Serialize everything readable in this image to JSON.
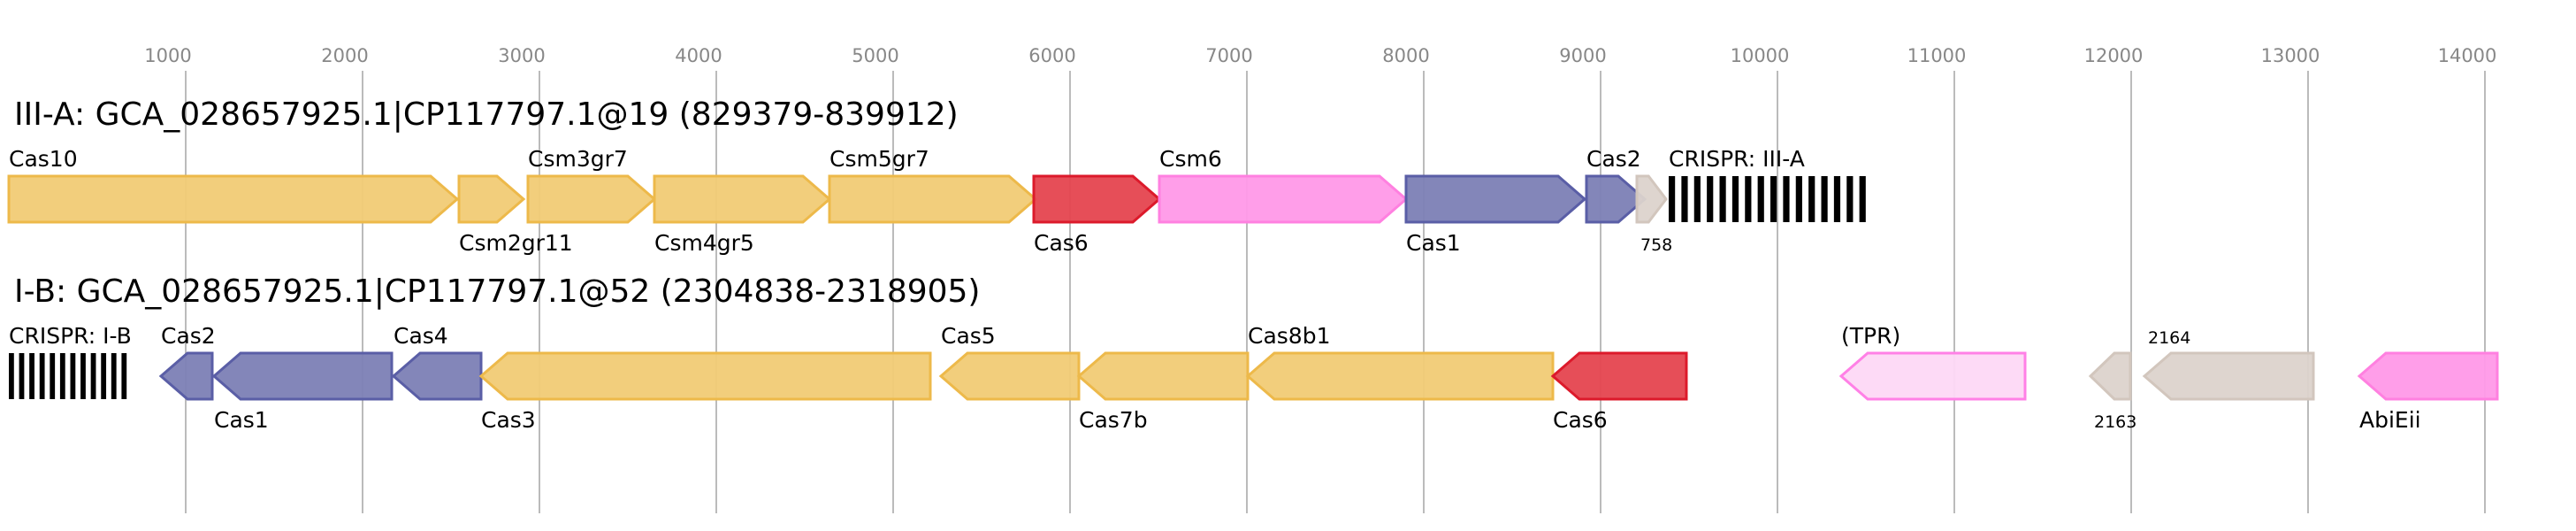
{
  "axis": {
    "unit": "bp",
    "ticks": [
      1000,
      2000,
      3000,
      4000,
      5000,
      6000,
      7000,
      8000,
      9000,
      10000,
      11000,
      12000,
      13000,
      14000
    ]
  },
  "colors": {
    "yellow": {
      "fill": "#f1cb75",
      "stroke": "#edb94a"
    },
    "red": {
      "fill": "#e5444f",
      "stroke": "#dc1a2b"
    },
    "pink": {
      "fill": "#ff99e8",
      "stroke": "#ff80e0"
    },
    "blue": {
      "fill": "#7c7fb5",
      "stroke": "#5a5ea6"
    },
    "tan": {
      "fill": "#dcd3cc",
      "stroke": "#d2c6bd"
    },
    "lightpink": {
      "fill": "#fdd8f6",
      "stroke": "#ff80e6"
    }
  },
  "loci": [
    {
      "title": "III-A: GCA_028657925.1|CP117797.1@19 (829379-839912)",
      "features": [
        {
          "label": "Cas10",
          "start": 0,
          "end": 2535,
          "strand": "+",
          "color": "yellow",
          "pos": "above"
        },
        {
          "label": "Csm2gr11",
          "start": 2545,
          "end": 2910,
          "strand": "+",
          "color": "yellow",
          "pos": "below"
        },
        {
          "label": "Csm3gr7",
          "start": 2935,
          "end": 3650,
          "strand": "+",
          "color": "yellow",
          "pos": "above"
        },
        {
          "label": "Csm4gr5",
          "start": 3650,
          "end": 4640,
          "strand": "+",
          "color": "yellow",
          "pos": "below"
        },
        {
          "label": "Csm5gr7",
          "start": 4640,
          "end": 5805,
          "strand": "+",
          "color": "yellow",
          "pos": "above"
        },
        {
          "label": "Cas6",
          "start": 5795,
          "end": 6505,
          "strand": "+",
          "color": "red",
          "pos": "below"
        },
        {
          "label": "Csm6",
          "start": 6505,
          "end": 7900,
          "strand": "+",
          "color": "pink",
          "pos": "above"
        },
        {
          "label": "Cas1",
          "start": 7900,
          "end": 8910,
          "strand": "+",
          "color": "blue",
          "pos": "below"
        },
        {
          "label": "Cas2",
          "start": 8920,
          "end": 9250,
          "strand": "+",
          "color": "blue",
          "pos": "above"
        },
        {
          "label": "758",
          "start": 9205,
          "end": 9370,
          "strand": "+",
          "color": "tan",
          "pos": "below",
          "small": true
        },
        {
          "label": "CRISPR: III-A",
          "start": 9385,
          "end": 10535,
          "type": "crispr",
          "bars": 16,
          "pos": "above"
        }
      ]
    },
    {
      "title": "I-B: GCA_028657925.1|CP117797.1@52 (2304838-2318905)",
      "features": [
        {
          "label": "CRISPR: I-B",
          "start": 0,
          "end": 695,
          "type": "crispr",
          "bars": 12,
          "pos": "above"
        },
        {
          "label": "Cas2",
          "start": 860,
          "end": 1150,
          "strand": "-",
          "color": "blue",
          "pos": "above"
        },
        {
          "label": "Cas1",
          "start": 1160,
          "end": 2165,
          "strand": "-",
          "color": "blue",
          "pos": "below"
        },
        {
          "label": "Cas4",
          "start": 2175,
          "end": 2670,
          "strand": "-",
          "color": "blue",
          "pos": "above"
        },
        {
          "label": "Cas3",
          "start": 2670,
          "end": 5210,
          "strand": "-",
          "color": "yellow",
          "pos": "below"
        },
        {
          "label": "Cas5",
          "start": 5270,
          "end": 6050,
          "strand": "-",
          "color": "yellow",
          "pos": "above"
        },
        {
          "label": "Cas7b",
          "start": 6050,
          "end": 7005,
          "strand": "-",
          "color": "yellow",
          "pos": "below"
        },
        {
          "label": "Cas8b1",
          "start": 7005,
          "end": 8730,
          "strand": "-",
          "color": "yellow",
          "pos": "above"
        },
        {
          "label": "Cas6",
          "start": 8730,
          "end": 9485,
          "strand": "-",
          "color": "red",
          "pos": "below"
        },
        {
          "label": "(TPR)",
          "start": 10360,
          "end": 11400,
          "strand": "-",
          "color": "lightpink",
          "pos": "above"
        },
        {
          "label": "2163",
          "start": 11770,
          "end": 11995,
          "strand": "-",
          "color": "tan",
          "pos": "below",
          "small": true
        },
        {
          "label": "2164",
          "start": 12075,
          "end": 13030,
          "strand": "-",
          "color": "tan",
          "pos": "above",
          "small": true
        },
        {
          "label": "AbiEii",
          "start": 13290,
          "end": 14070,
          "strand": "-",
          "color": "pink",
          "pos": "below"
        }
      ]
    }
  ]
}
